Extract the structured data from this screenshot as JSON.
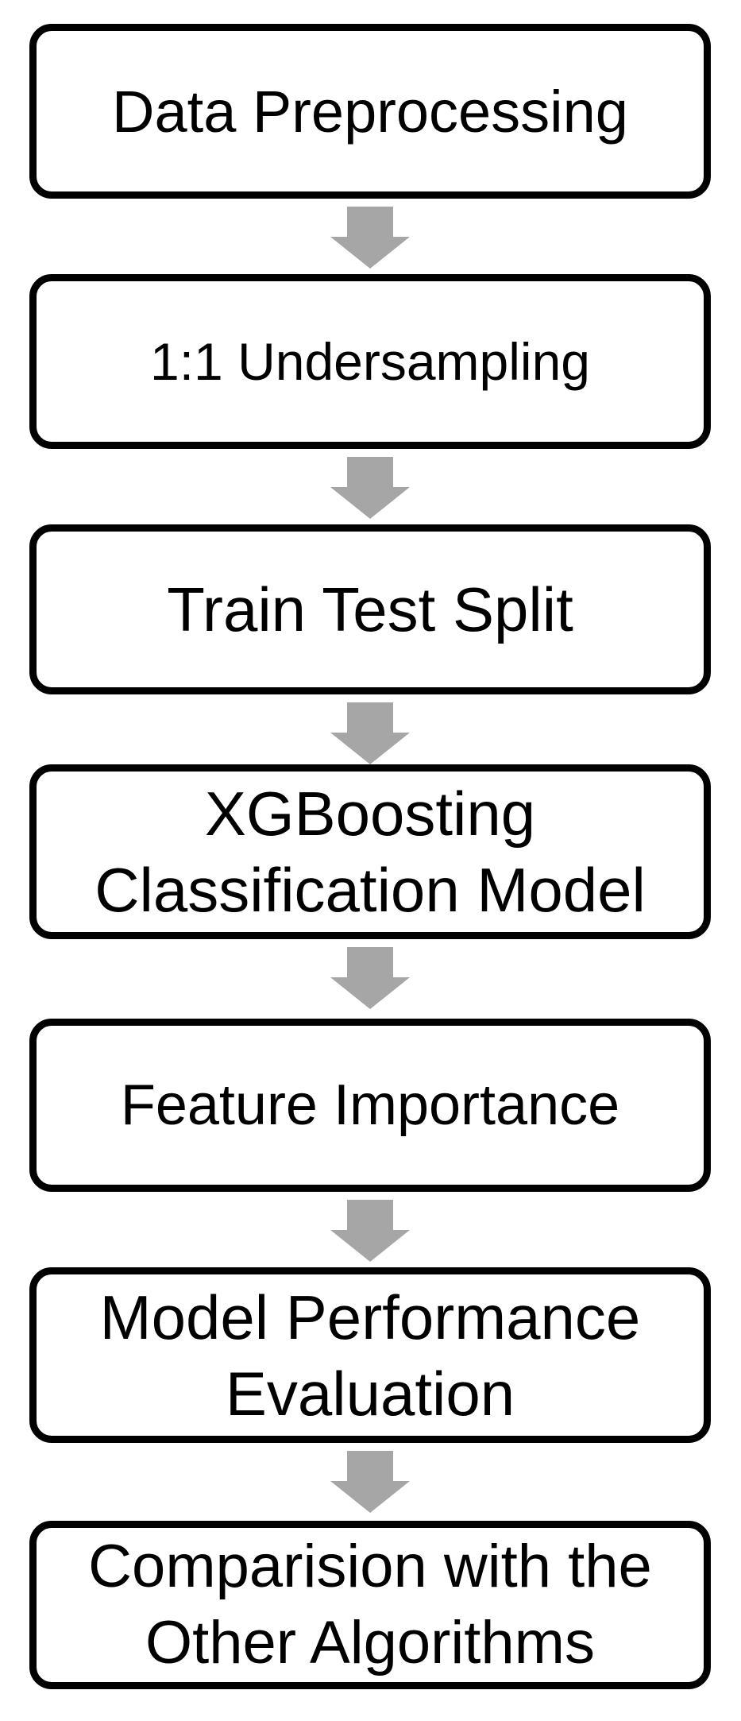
{
  "diagram": {
    "background": "#ffffff",
    "colors": {
      "box_border": "#000000",
      "box_fill": "#ffffff",
      "text": "#000000",
      "arrow": "#a6a6a6"
    },
    "connector": "down-block-arrow",
    "steps": [
      {
        "label": "Data Preprocessing",
        "lines": [
          "Data Preprocessing"
        ]
      },
      {
        "label": "1:1 Undersampling",
        "lines": [
          "1:1 Undersampling"
        ]
      },
      {
        "label": "Train Test Split",
        "lines": [
          "Train Test Split"
        ]
      },
      {
        "label": "XGBoosting Classification Model",
        "lines": [
          "XGBoosting",
          "Classification Model"
        ]
      },
      {
        "label": "Feature Importance",
        "lines": [
          "Feature Importance"
        ]
      },
      {
        "label": "Model Performance Evaluation",
        "lines": [
          "Model Performance",
          "Evaluation"
        ]
      },
      {
        "label": "Comparision with the Other Algorithms",
        "lines": [
          "Comparision with the",
          "Other Algorithms"
        ]
      }
    ]
  }
}
